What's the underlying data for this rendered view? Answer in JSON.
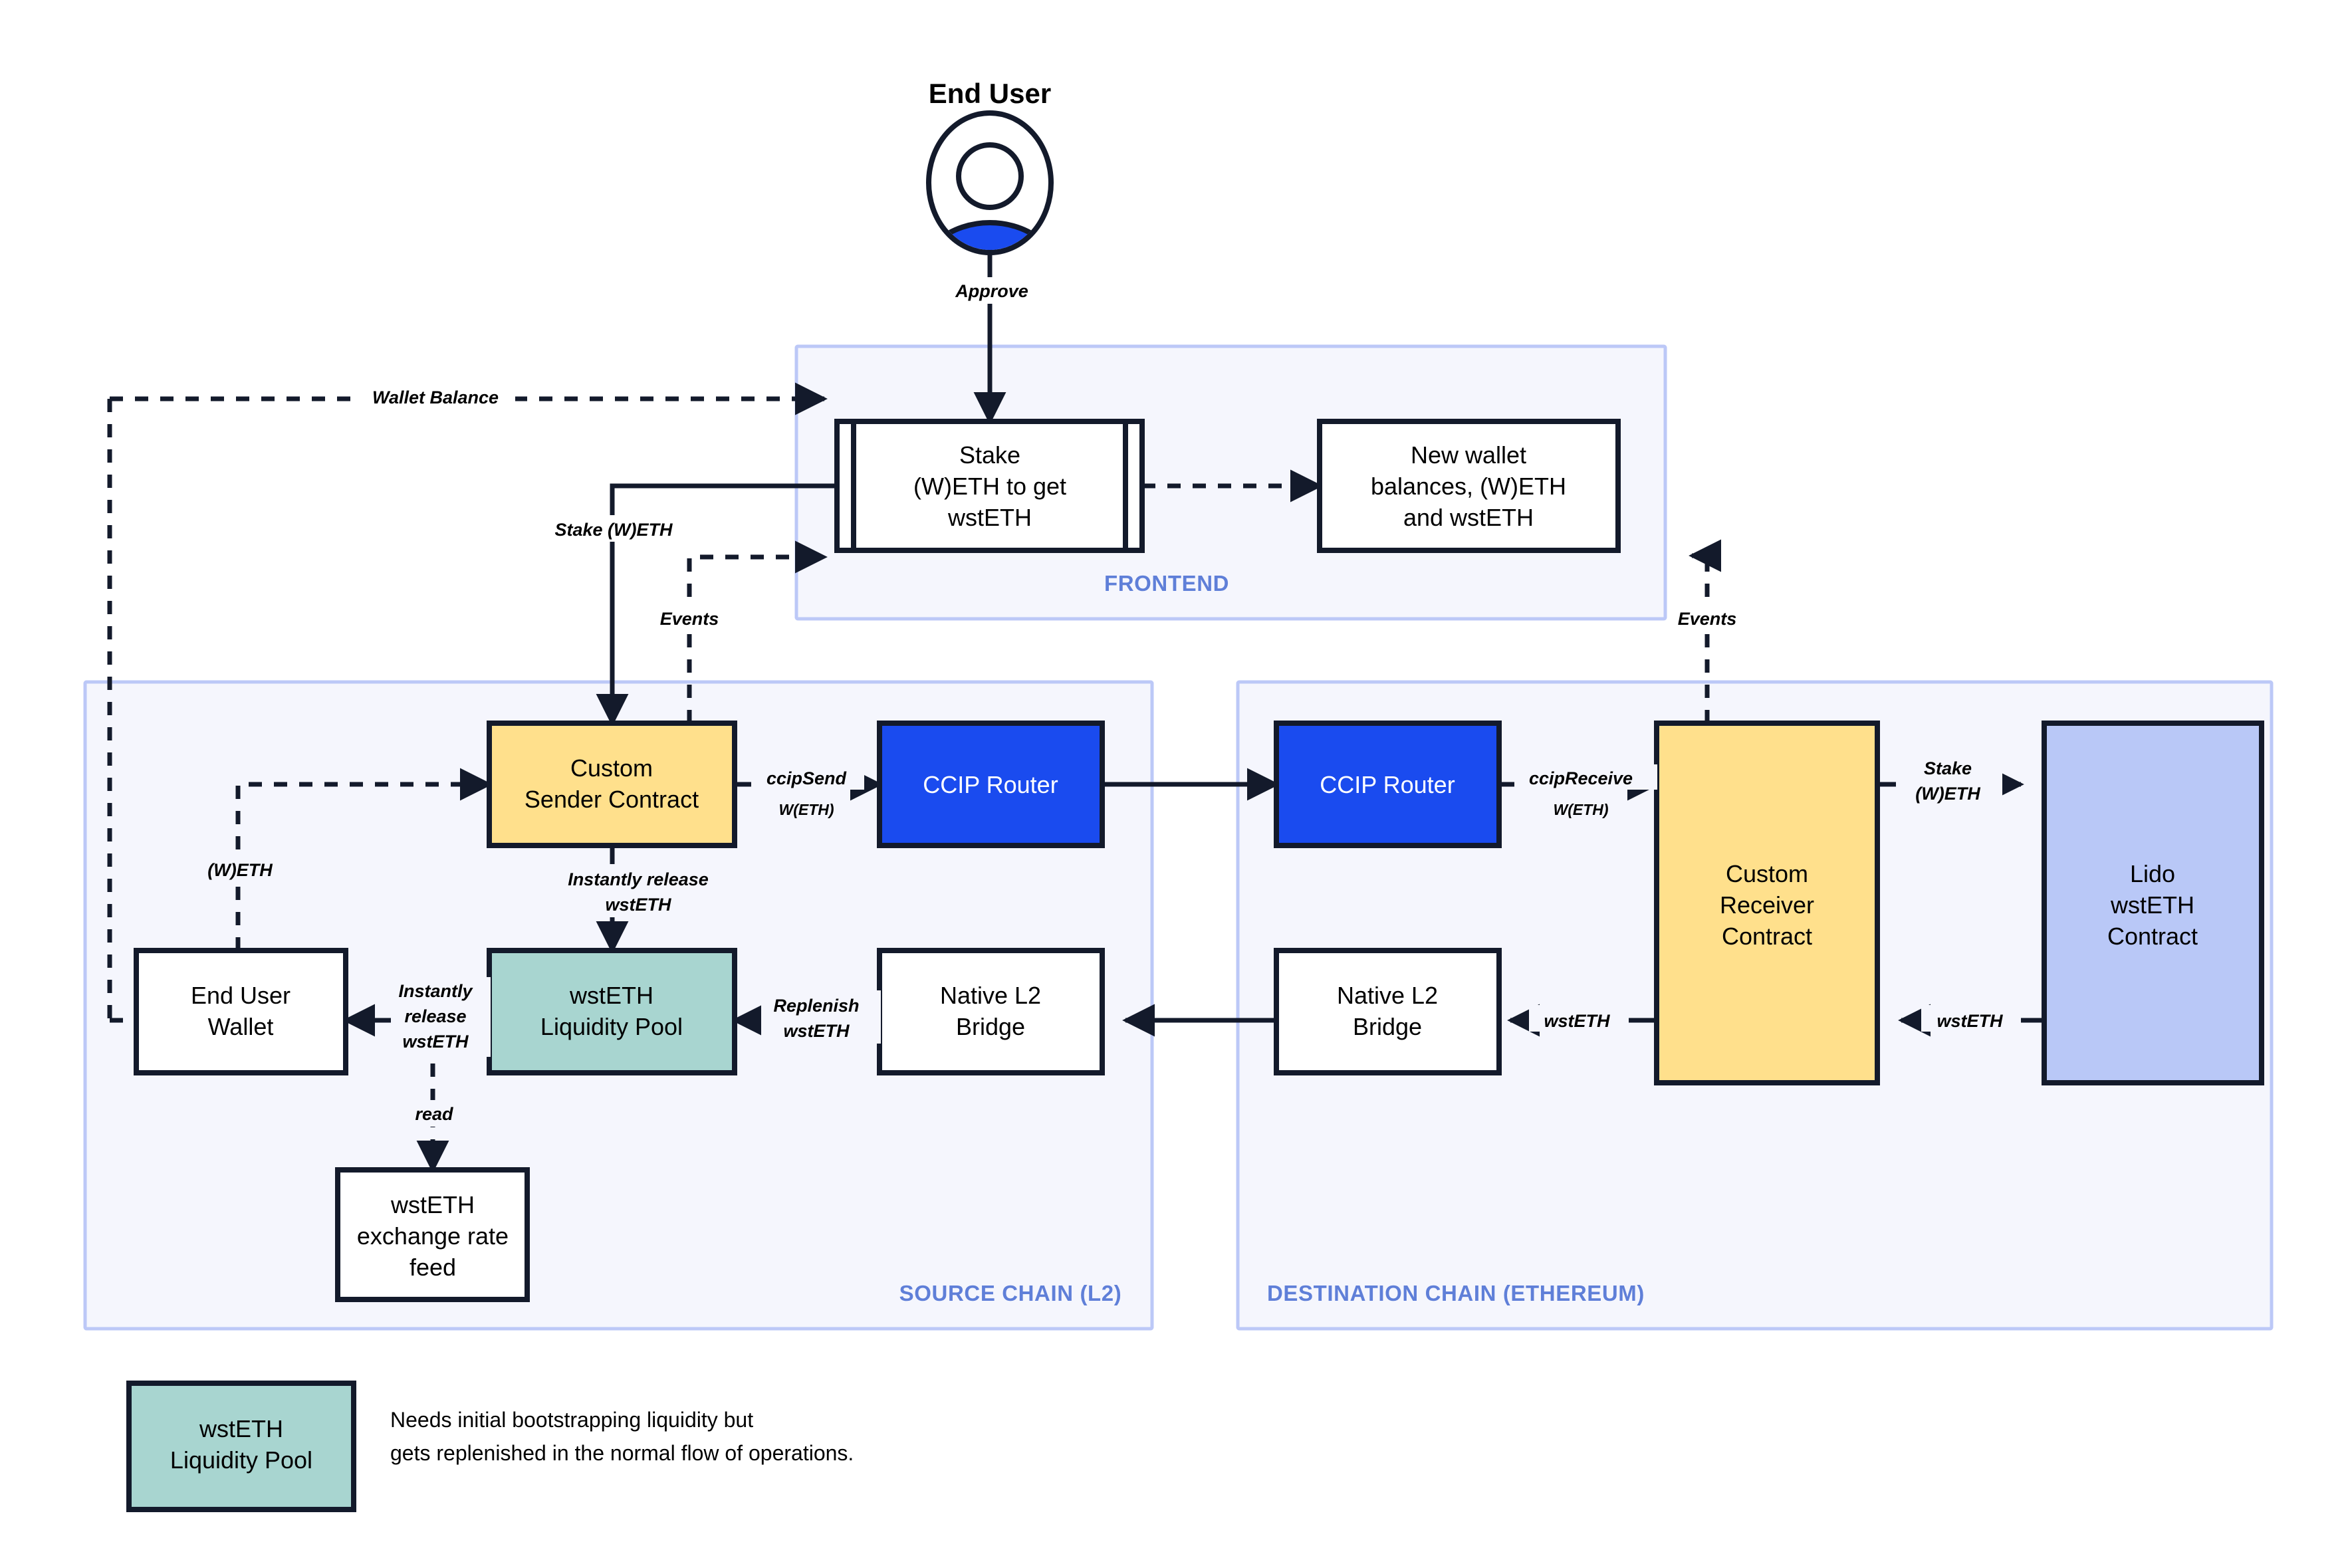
{
  "diagram": {
    "actor": {
      "label": "End User",
      "icon": "user-avatar-icon"
    },
    "zones": [
      {
        "id": "frontend",
        "label": "FRONTEND"
      },
      {
        "id": "source",
        "label": "SOURCE CHAIN (L2)"
      },
      {
        "id": "destination",
        "label": "DESTINATION CHAIN (ETHEREUM)"
      }
    ],
    "nodes": [
      {
        "id": "stake-ui",
        "lines": [
          "Stake",
          "(W)ETH to get",
          "wstETH"
        ],
        "style": "process-white"
      },
      {
        "id": "new-balances",
        "lines": [
          "New wallet",
          "balances, (W)ETH",
          "and wstETH"
        ],
        "style": "white"
      },
      {
        "id": "sender",
        "lines": [
          "Custom",
          "Sender Contract"
        ],
        "style": "yellow"
      },
      {
        "id": "ccip-router-src",
        "lines": [
          "CCIP Router"
        ],
        "style": "blue"
      },
      {
        "id": "ccip-router-dst",
        "lines": [
          "CCIP Router"
        ],
        "style": "blue"
      },
      {
        "id": "receiver",
        "lines": [
          "Custom",
          "Receiver",
          "Contract"
        ],
        "style": "yellow"
      },
      {
        "id": "lido",
        "lines": [
          "Lido",
          "wstETH",
          "Contract"
        ],
        "style": "lavender"
      },
      {
        "id": "wallet",
        "lines": [
          "End User",
          "Wallet"
        ],
        "style": "white"
      },
      {
        "id": "pool",
        "lines": [
          "wstETH",
          "Liquidity Pool"
        ],
        "style": "teal"
      },
      {
        "id": "bridge-src",
        "lines": [
          "Native L2",
          "Bridge"
        ],
        "style": "white"
      },
      {
        "id": "bridge-dst",
        "lines": [
          "Native L2",
          "Bridge"
        ],
        "style": "white"
      },
      {
        "id": "rate-feed",
        "lines": [
          "wstETH",
          "exchange rate",
          "feed"
        ],
        "style": "white"
      }
    ],
    "edges": [
      {
        "id": "approve",
        "label": "Approve",
        "style": "solid"
      },
      {
        "id": "wallet-balance",
        "label": "Wallet Balance",
        "style": "dashed"
      },
      {
        "id": "ui-to-balances",
        "label": "",
        "style": "dashed"
      },
      {
        "id": "stake-weth",
        "label": "Stake (W)ETH",
        "style": "solid"
      },
      {
        "id": "events-src",
        "label": "Events",
        "style": "dashed"
      },
      {
        "id": "events-dst",
        "label": "Events",
        "style": "dashed"
      },
      {
        "id": "weth-in",
        "label": "(W)ETH",
        "style": "dashed"
      },
      {
        "id": "ccip-send",
        "label": "ccipSend",
        "sub": "W(ETH)",
        "style": "solid"
      },
      {
        "id": "ccip-cross",
        "label": "",
        "style": "solid"
      },
      {
        "id": "ccip-receive",
        "label": "ccipReceive",
        "sub": "W(ETH)",
        "style": "solid"
      },
      {
        "id": "stake-weth-lido",
        "label": "Stake\n(W)ETH",
        "style": "solid"
      },
      {
        "id": "lido-wsteth",
        "label": "wstETH",
        "style": "solid"
      },
      {
        "id": "recv-wsteth",
        "label": "wstETH",
        "style": "solid"
      },
      {
        "id": "bridge-cross",
        "label": "",
        "style": "solid"
      },
      {
        "id": "replenish",
        "label": "Replenish\nwstETH",
        "style": "solid"
      },
      {
        "id": "release-pool",
        "label": "Instantly release\nwstETH",
        "style": "solid"
      },
      {
        "id": "release-wallet",
        "label": "Instantly\nrelease\nwstETH",
        "style": "solid"
      },
      {
        "id": "read-feed",
        "label": "read",
        "style": "dashed"
      }
    ],
    "edge_labels": {
      "approve": "Approve",
      "wallet_balance": "Wallet Balance",
      "stake_weth": "Stake (W)ETH",
      "events_src": "Events",
      "events_dst": "Events",
      "weth": "(W)ETH",
      "ccip_send": "ccipSend",
      "ccip_send_sub": "W(ETH)",
      "ccip_receive": "ccipReceive",
      "ccip_receive_sub": "W(ETH)",
      "stake_l1_a": "Stake",
      "stake_l1_b": "(W)ETH",
      "wsteth_lido": "wstETH",
      "wsteth_recv": "wstETH",
      "replenish_a": "Replenish",
      "replenish_b": "wstETH",
      "release_pool_a": "Instantly release",
      "release_pool_b": "wstETH",
      "release_wallet_a": "Instantly",
      "release_wallet_b": "release",
      "release_wallet_c": "wstETH",
      "read": "read"
    },
    "node_text": {
      "stake_ui_1": "Stake",
      "stake_ui_2": "(W)ETH to get",
      "stake_ui_3": "wstETH",
      "balances_1": "New wallet",
      "balances_2": "balances, (W)ETH",
      "balances_3": "and wstETH",
      "sender_1": "Custom",
      "sender_2": "Sender Contract",
      "router_src": "CCIP Router",
      "router_dst": "CCIP Router",
      "receiver_1": "Custom",
      "receiver_2": "Receiver",
      "receiver_3": "Contract",
      "lido_1": "Lido",
      "lido_2": "wstETH",
      "lido_3": "Contract",
      "wallet_1": "End User",
      "wallet_2": "Wallet",
      "pool_1": "wstETH",
      "pool_2": "Liquidity Pool",
      "bridge_src_1": "Native L2",
      "bridge_src_2": "Bridge",
      "bridge_dst_1": "Native L2",
      "bridge_dst_2": "Bridge",
      "feed_1": "wstETH",
      "feed_2": "exchange rate",
      "feed_3": "feed"
    },
    "legend": {
      "swatch_1": "wstETH",
      "swatch_2": "Liquidity Pool",
      "note_1": "Needs initial bootstrapping liquidity but",
      "note_2": "gets replenished in the normal flow of operations."
    },
    "colors": {
      "yellow": "#ffe08c",
      "teal": "#a8d5d0",
      "blue": "#1a4bef",
      "lavender": "#b9c8f7",
      "zone_fill": "#f5f6fd",
      "zone_stroke": "#bcc8f7",
      "zone_label": "#5f7fd8",
      "stroke": "#131a2b"
    }
  }
}
